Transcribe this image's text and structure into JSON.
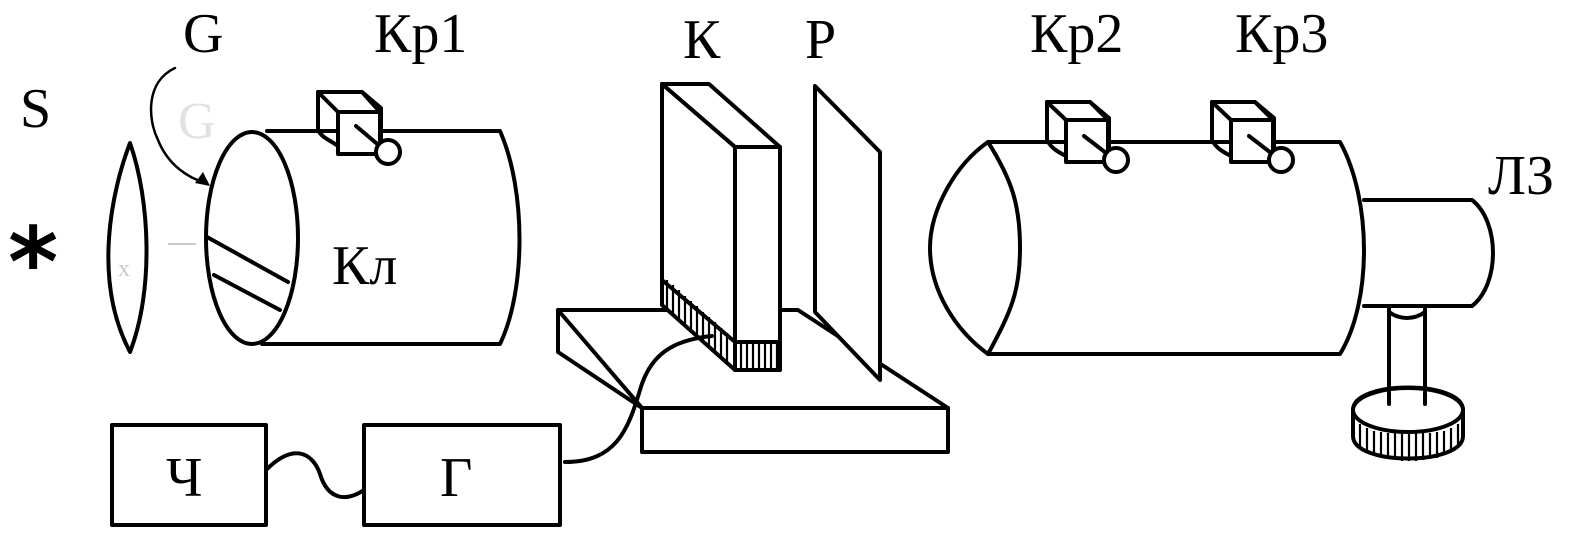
{
  "diagram": {
    "labels": {
      "source": "S",
      "source_marker": "*",
      "grating": "G",
      "wedge": "Кл",
      "clamp1": "Кр1",
      "crystal": "К",
      "polarizer": "Р",
      "clamp2": "Кр2",
      "clamp3": "Кр3",
      "telescope": "ЛЗ",
      "frequency_meter": "Ч",
      "generator": "Г"
    },
    "icons": {
      "source_marker": "asterisk-icon"
    },
    "colors": {
      "ink": "#000000",
      "background": "#ffffff"
    }
  }
}
